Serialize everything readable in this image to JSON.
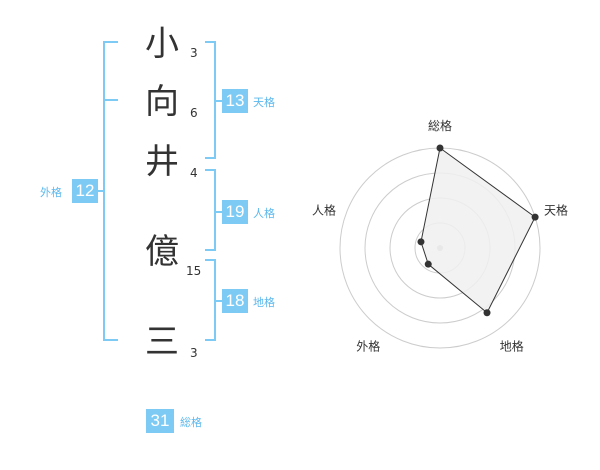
{
  "name": {
    "chars": [
      {
        "char": "小",
        "strokes": "3"
      },
      {
        "char": "向",
        "strokes": "6"
      },
      {
        "char": "井",
        "strokes": "4"
      },
      {
        "char": "億",
        "strokes": "15"
      },
      {
        "char": "三",
        "strokes": "3"
      }
    ]
  },
  "fortune": {
    "tenkaku": {
      "value": "13",
      "label": "天格"
    },
    "jinkaku": {
      "value": "19",
      "label": "人格"
    },
    "chikaku": {
      "value": "18",
      "label": "地格"
    },
    "gaikaku": {
      "value": "12",
      "label": "外格"
    },
    "soukaku": {
      "value": "31",
      "label": "総格"
    }
  },
  "chart_data": {
    "type": "radar",
    "axes": [
      "総格",
      "天格",
      "地格",
      "外格",
      "人格"
    ],
    "max": 5,
    "rings": 4,
    "values": [
      5,
      5,
      4,
      1,
      1
    ],
    "colors": {
      "fill": "#f0f0f0",
      "line": "#333333",
      "grid": "#cccccc",
      "accent": "#7dcbf5"
    }
  }
}
